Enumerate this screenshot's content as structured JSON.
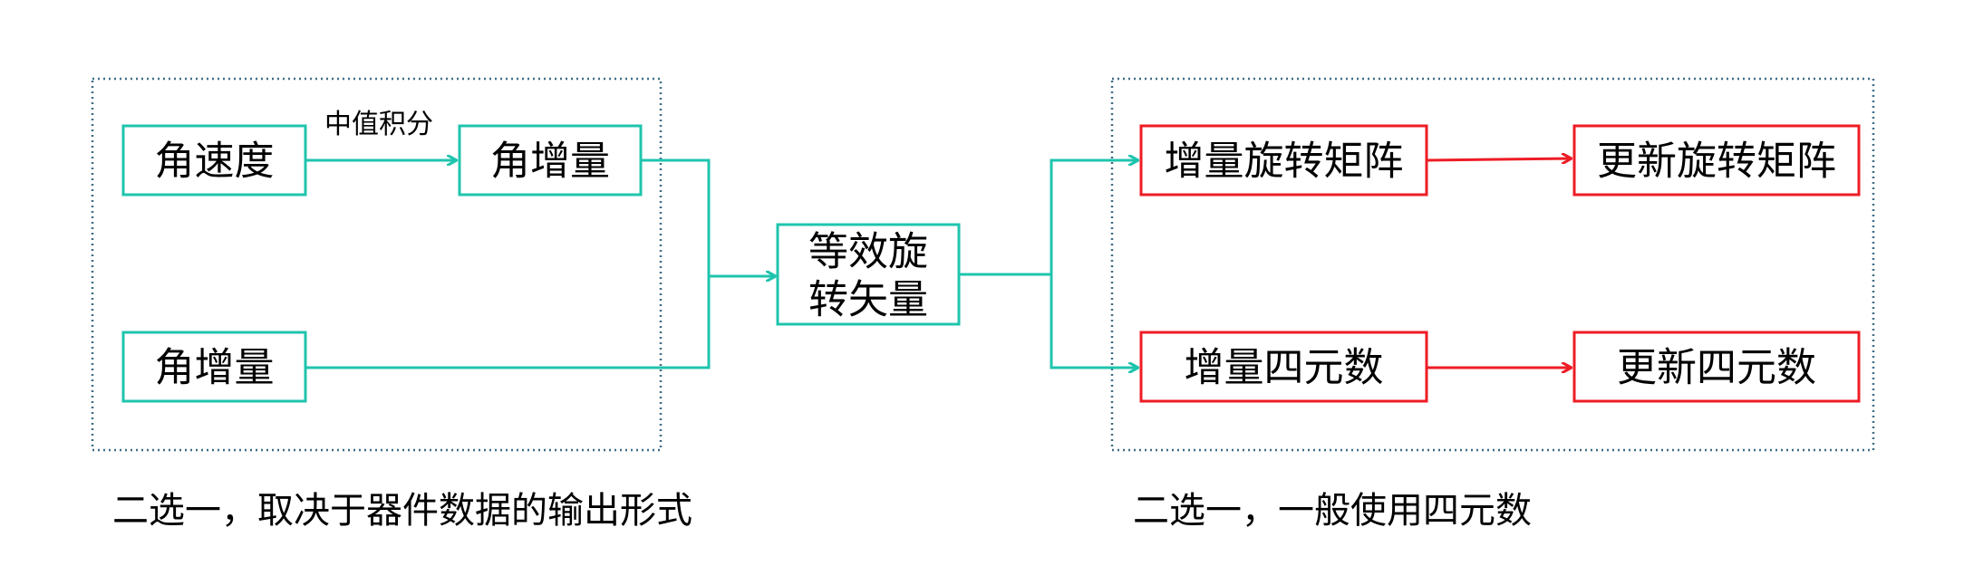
{
  "colors": {
    "teal": "#1fc4ad",
    "red": "#ee1c25",
    "group_border": "#3f6d86",
    "text": "#000000"
  },
  "nodes": {
    "angular_velocity": "角速度",
    "angle_increment_top": "角增量",
    "angle_increment_bottom": "角增量",
    "equivalent_rotation_vector_line1": "等效旋",
    "equivalent_rotation_vector_line2": "转矢量",
    "incremental_rotation_matrix": "增量旋转矩阵",
    "updated_rotation_matrix": "更新旋转矩阵",
    "incremental_quaternion": "增量四元数",
    "updated_quaternion": "更新四元数"
  },
  "edge_labels": {
    "midpoint_integration": "中值积分"
  },
  "captions": {
    "left_group": "二选一，取决于器件数据的输出形式",
    "right_group": "二选一，一般使用四元数"
  }
}
